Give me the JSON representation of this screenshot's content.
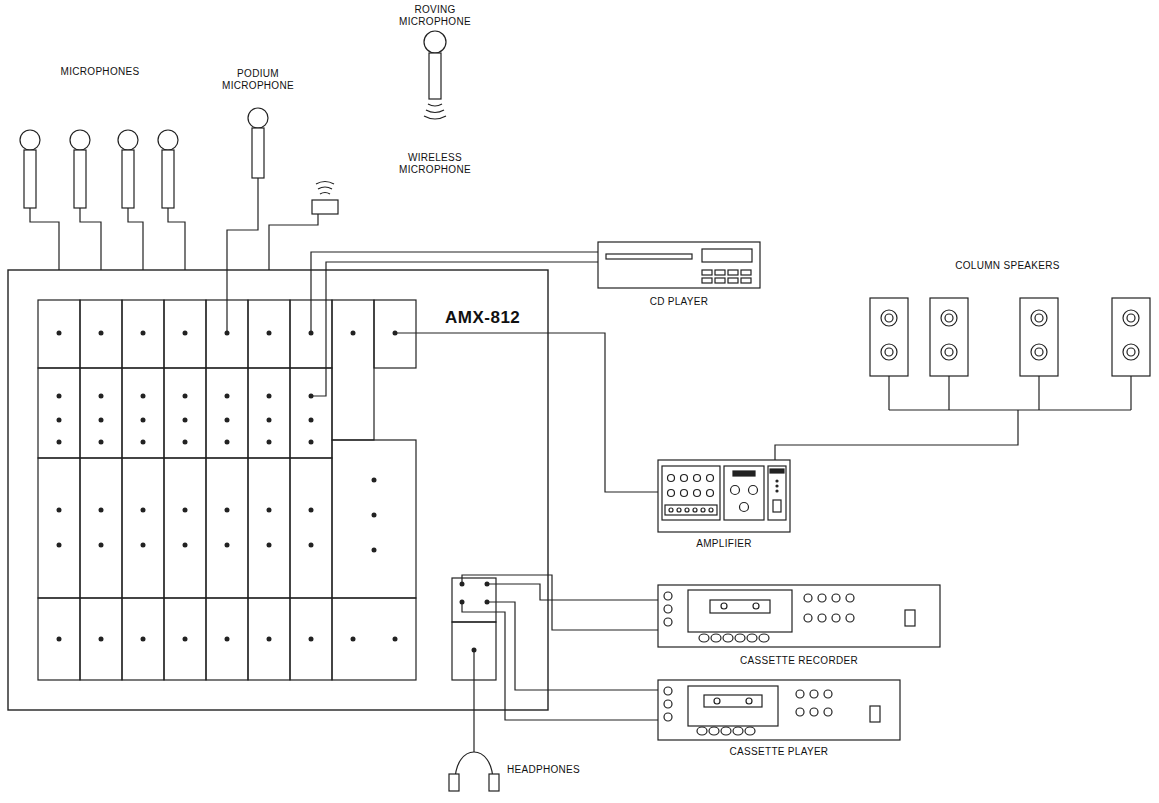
{
  "diagram": {
    "nodes": [
      {
        "text": [
          "ROVING MICROPHONE",
          "WIRELESS MICROPHONE"
        ]
      },
      {
        "text": [
          "PODIUM MICROPHONE"
        ]
      },
      {
        "text": [
          "COLUMN SPEAKERS"
        ]
      },
      {
        "text": [
          "CD PLAYER"
        ]
      },
      {
        "text": [
          "AMX-812"
        ]
      },
      {
        "text": [
          "AMPLIFIER"
        ]
      },
      {
        "text": [
          "CASSETTE RECORDER"
        ]
      },
      {
        "text": [
          "CASSETTE PLAYER"
        ]
      },
      {
        "text": [
          "HEADPHONES"
        ]
      }
    ],
    "edges": [
      {
        "from": 1,
        "to": 4,
        "arrow": "none"
      },
      {
        "from": 3,
        "to": 4,
        "arrow": "none"
      },
      {
        "from": 3,
        "to": 4,
        "arrow": "none"
      },
      {
        "from": 4,
        "to": 5,
        "arrow": "none"
      },
      {
        "from": 5,
        "to": 2,
        "arrow": "none"
      },
      {
        "from": 4,
        "to": 6,
        "arrow": "none"
      },
      {
        "from": 4,
        "to": 6,
        "arrow": "none"
      },
      {
        "from": 4,
        "to": 7,
        "arrow": "none"
      },
      {
        "from": 4,
        "to": 7,
        "arrow": "none"
      },
      {
        "from": 4,
        "to": 8,
        "arrow": "none"
      }
    ],
    "labels": [
      "MICROPHONES"
    ]
  }
}
